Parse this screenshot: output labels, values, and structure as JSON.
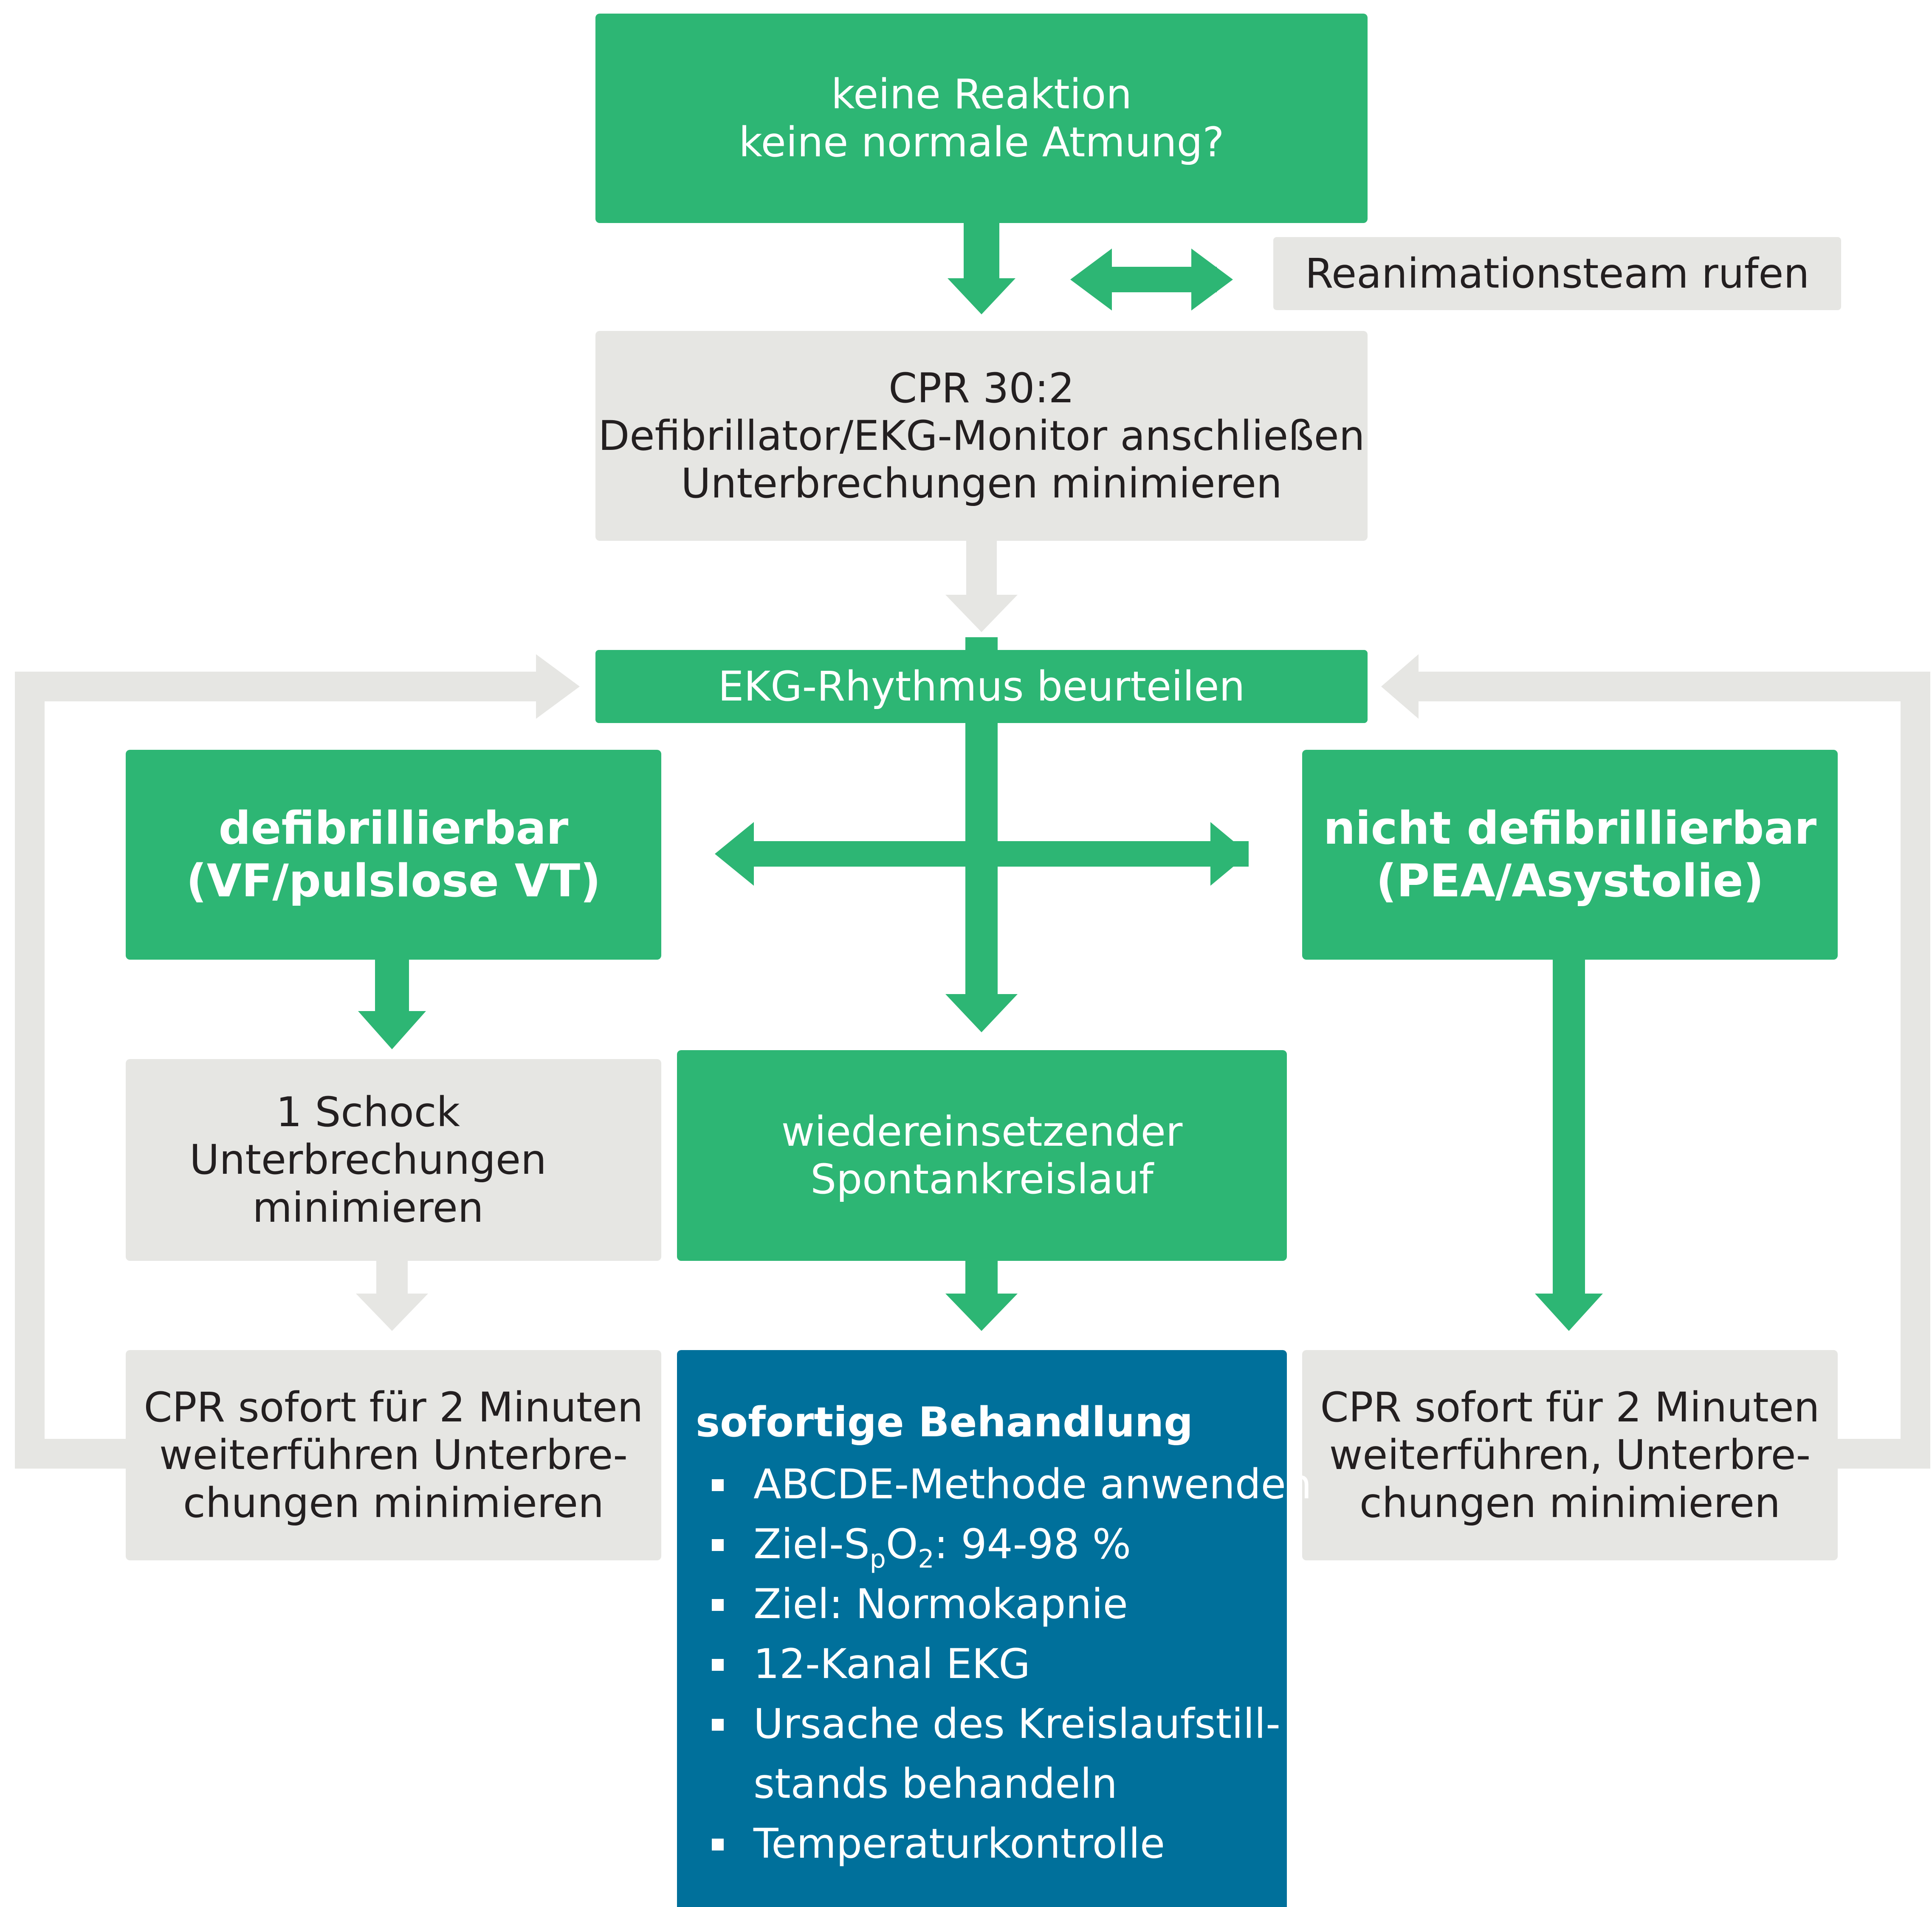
{
  "colors": {
    "green": "#2db674",
    "gray": "#e6e6e3",
    "blue": "#00709b",
    "lightning": "#e8262b",
    "text_dark": "#231f20"
  },
  "nodes": {
    "start": {
      "line1": "keine Reaktion",
      "line2": "keine normale Atmung?"
    },
    "call_team": {
      "text": "Reanimationsteam rufen"
    },
    "cpr": {
      "line1": "CPR 30:2",
      "line2": "Defibrillator/EKG-Monitor anschließen",
      "line3": "Unterbrechungen minimieren"
    },
    "assess": {
      "text": "EKG-Rhythmus beurteilen"
    },
    "shockable": {
      "line1": "defibrillierbar",
      "line2": "(VF/pulslose VT)"
    },
    "nonshockable": {
      "line1": "nicht defibrillierbar",
      "line2": "(PEA/Asystolie)"
    },
    "shock": {
      "line1": "1 Schock",
      "line2": "Unterbrechungen",
      "line3": "minimieren",
      "icon": "lightning-icon"
    },
    "rosc": {
      "line1": "wiedereinsetzender",
      "line2": "Spontankreislauf"
    },
    "cpr_left": {
      "line1": "CPR sofort für 2 Minuten",
      "line2": "weiterführen Unterbre-",
      "line3": "chungen minimieren"
    },
    "cpr_right": {
      "line1": "CPR sofort für 2 Minuten",
      "line2": "weiterführen, Unterbre-",
      "line3": "chungen minimieren"
    },
    "treatment": {
      "title": "sofortige Behandlung",
      "item1": "ABCDE-Methode anwenden",
      "item2_prefix": "Ziel-S",
      "item2_sub1": "p",
      "item2_mid": "O",
      "item2_sub2": "2",
      "item2_suffix": ": 94-98 %",
      "item3": "Ziel: Normokapnie",
      "item4": "12-Kanal EKG",
      "item5_line1": "Ursache des Kreislaufstill-",
      "item5_line2": "stands behandeln",
      "item6": "Temperaturkontrolle"
    }
  }
}
